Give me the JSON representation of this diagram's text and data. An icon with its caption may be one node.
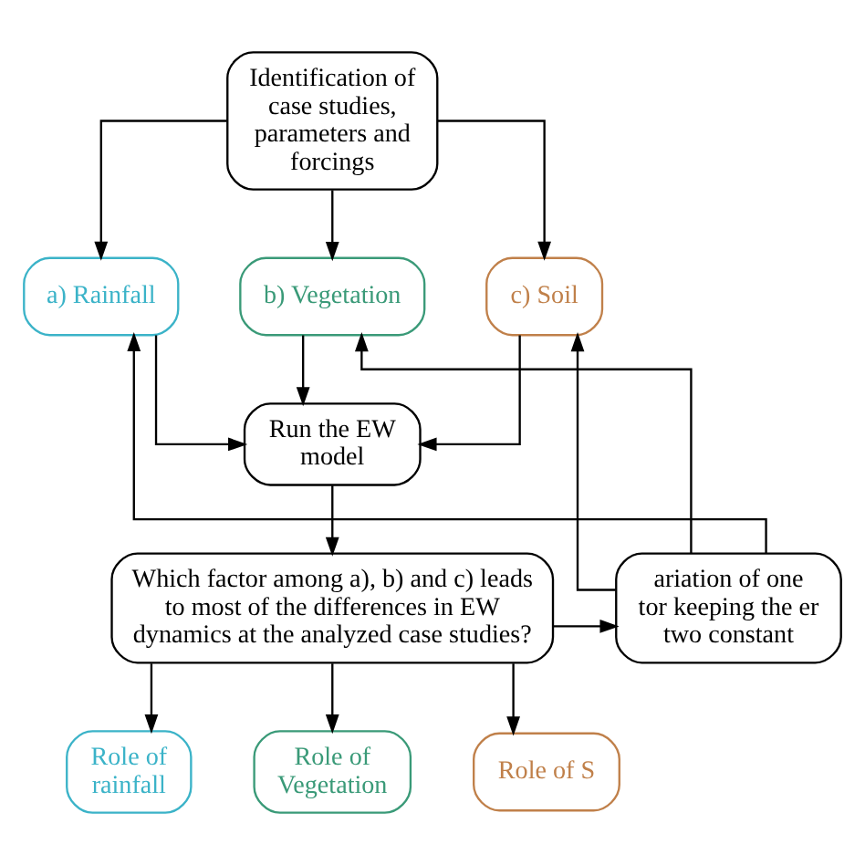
{
  "diagram": {
    "nodes": [
      {
        "text": [
          "Identification of case studies, parameters and forcings"
        ]
      },
      {
        "text": [
          "a) Rainfall"
        ]
      },
      {
        "text": [
          "b) Vegetation"
        ]
      },
      {
        "text": [
          "c) Soil"
        ]
      },
      {
        "text": [
          "Run the EW model"
        ]
      },
      {
        "text": [
          "Which factor among a), b) and c) leads to most of the differences in EW dynamics at the analyzed case studies?"
        ]
      },
      {
        "text": [
          "ariation of one tor keeping the er two constant"
        ]
      },
      {
        "text": [
          "Role of rainfall"
        ]
      },
      {
        "text": [
          "Role of Vegetation"
        ]
      },
      {
        "text": [
          "Role of S"
        ]
      }
    ],
    "edges": [
      {
        "from": 0,
        "to": 1,
        "arrow": "to"
      },
      {
        "from": 0,
        "to": 2,
        "arrow": "to"
      },
      {
        "from": 0,
        "to": 3,
        "arrow": "to"
      },
      {
        "from": 1,
        "to": 4,
        "arrow": "to"
      },
      {
        "from": 2,
        "to": 4,
        "arrow": "to"
      },
      {
        "from": 3,
        "to": 4,
        "arrow": "to"
      },
      {
        "from": 4,
        "to": 5,
        "arrow": "to"
      },
      {
        "from": 5,
        "to": 6,
        "arrow": "to"
      },
      {
        "from": 6,
        "to": 1,
        "arrow": "to"
      },
      {
        "from": 6,
        "to": 2,
        "arrow": "to"
      },
      {
        "from": 6,
        "to": 3,
        "arrow": "to"
      },
      {
        "from": 5,
        "to": 7,
        "arrow": "to"
      },
      {
        "from": 5,
        "to": 8,
        "arrow": "to"
      },
      {
        "from": 5,
        "to": 9,
        "arrow": "to"
      }
    ]
  }
}
